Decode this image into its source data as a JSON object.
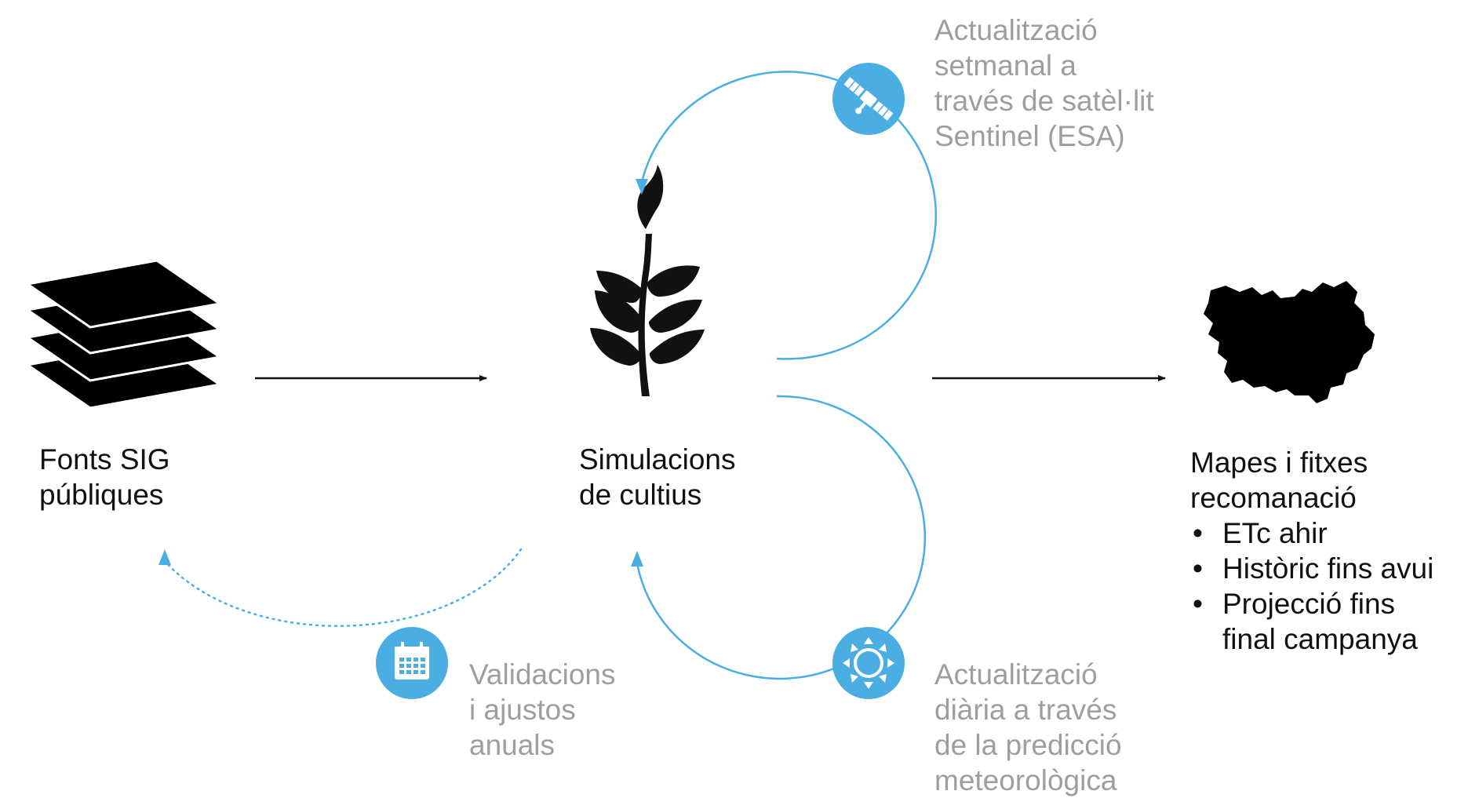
{
  "diagram": {
    "sources": {
      "lines": [
        "Fonts SIG",
        "públiques"
      ],
      "icon": "layers-icon"
    },
    "simulations": {
      "lines": [
        "Simulacions",
        "de cultius"
      ],
      "icon": "plant-icon"
    },
    "outputs": {
      "lines": [
        "Mapes i fitxes",
        "recomanació"
      ],
      "bullets": [
        "ETc ahir",
        "Històric fins avui",
        "Projecció fins",
        "final campanya"
      ],
      "icon": "region-map-icon"
    },
    "satellite_loop": {
      "lines": [
        "Actualització",
        "setmanal a",
        "través de satèl·lit",
        "Sentinel (ESA)"
      ],
      "icon": "satellite-icon"
    },
    "weather_loop": {
      "lines": [
        "Actualització",
        "diària a través",
        "de la predicció",
        "meteorològica"
      ],
      "icon": "sun-icon"
    },
    "validation_loop": {
      "lines": [
        "Validacions",
        "i ajustos",
        "anuals"
      ],
      "icon": "calendar-icon"
    }
  },
  "colors": {
    "accent": "#4aaee3",
    "label_grey": "#9e9e9e",
    "ink": "#111111",
    "icon_fill": "#111111"
  }
}
